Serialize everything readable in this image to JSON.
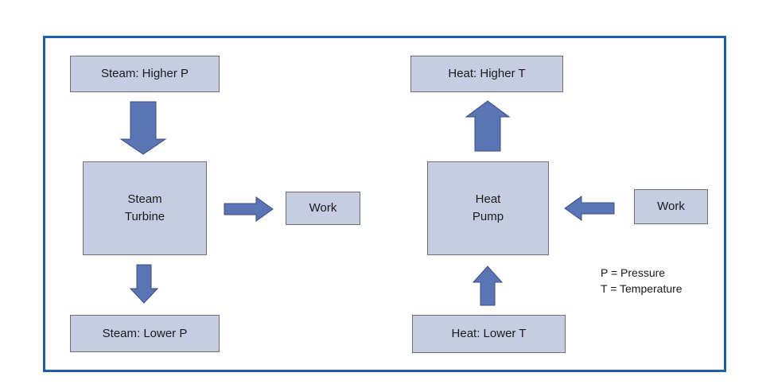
{
  "colors": {
    "frame": "#1f5fa8",
    "box_fill": "#c6cde3",
    "arrow_fill": "#5b74b3"
  },
  "left": {
    "top_box": "Steam: Higher P",
    "center_box": "Steam\nTurbine",
    "bottom_box": "Steam: Lower P",
    "side_box": "Work"
  },
  "right": {
    "top_box": "Heat: Higher T",
    "center_box": "Heat\nPump",
    "bottom_box": "Heat: Lower T",
    "side_box": "Work"
  },
  "legend": {
    "pressure": "P = Pressure",
    "temperature": "T = Temperature"
  }
}
